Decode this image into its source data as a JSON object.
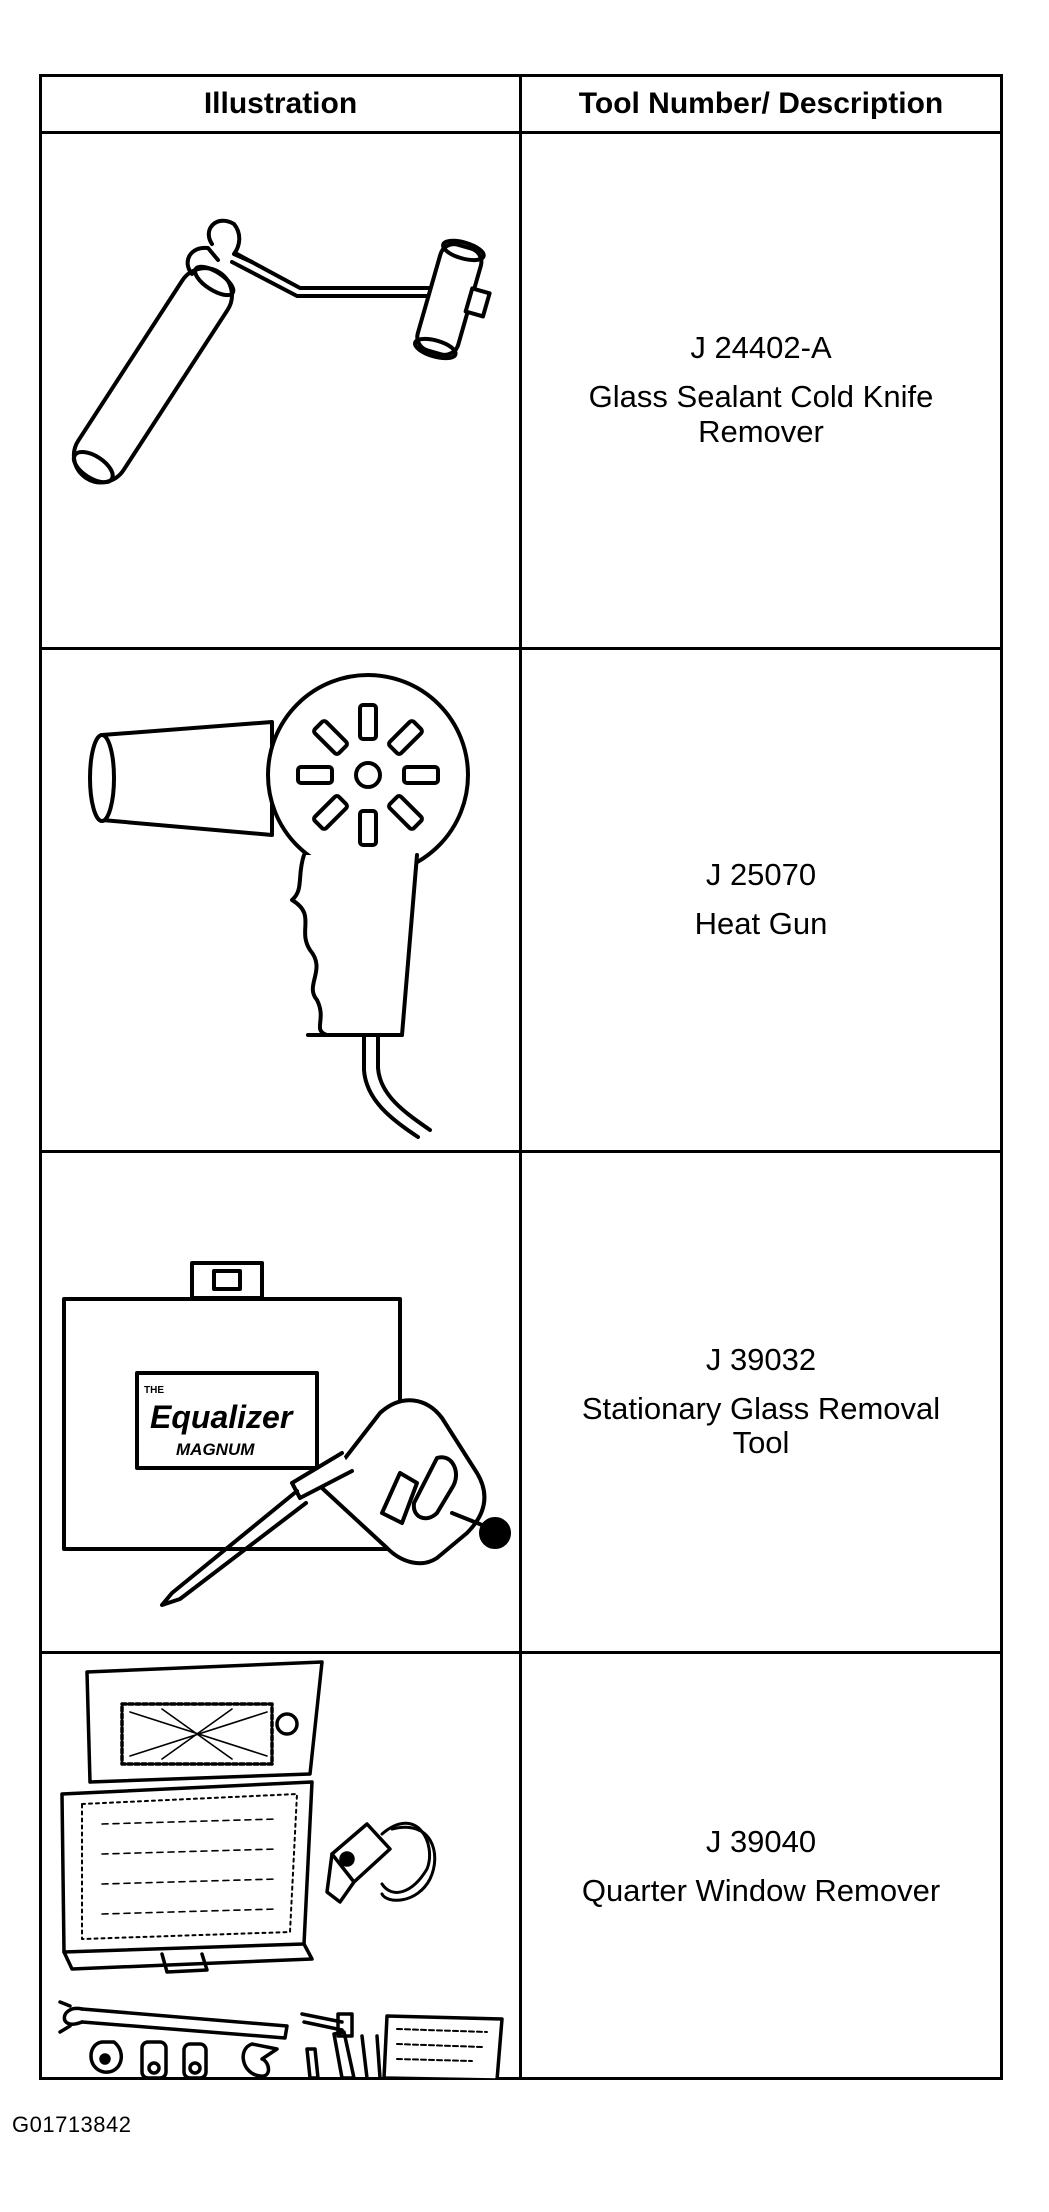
{
  "table": {
    "headers": {
      "illustration": "Illustration",
      "tool": "Tool Number/ Description"
    },
    "rows": [
      {
        "number": "J 24402-A",
        "description": "Glass Sealant Cold Knife Remover",
        "icon": "cold-knife-remover-icon"
      },
      {
        "number": "J 25070",
        "description": "Heat Gun",
        "icon": "heat-gun-icon"
      },
      {
        "number": "J 39032",
        "description": "Stationary Glass Removal Tool",
        "icon": "stationary-glass-removal-tool-icon",
        "case_label": {
          "small": "THE",
          "brand": "Equalizer",
          "model": "MAGNUM"
        }
      },
      {
        "number": "J 39040",
        "description": "Quarter Window Remover",
        "icon": "quarter-window-remover-kit-icon"
      }
    ]
  },
  "footer": {
    "figure_id": "G01713842"
  }
}
